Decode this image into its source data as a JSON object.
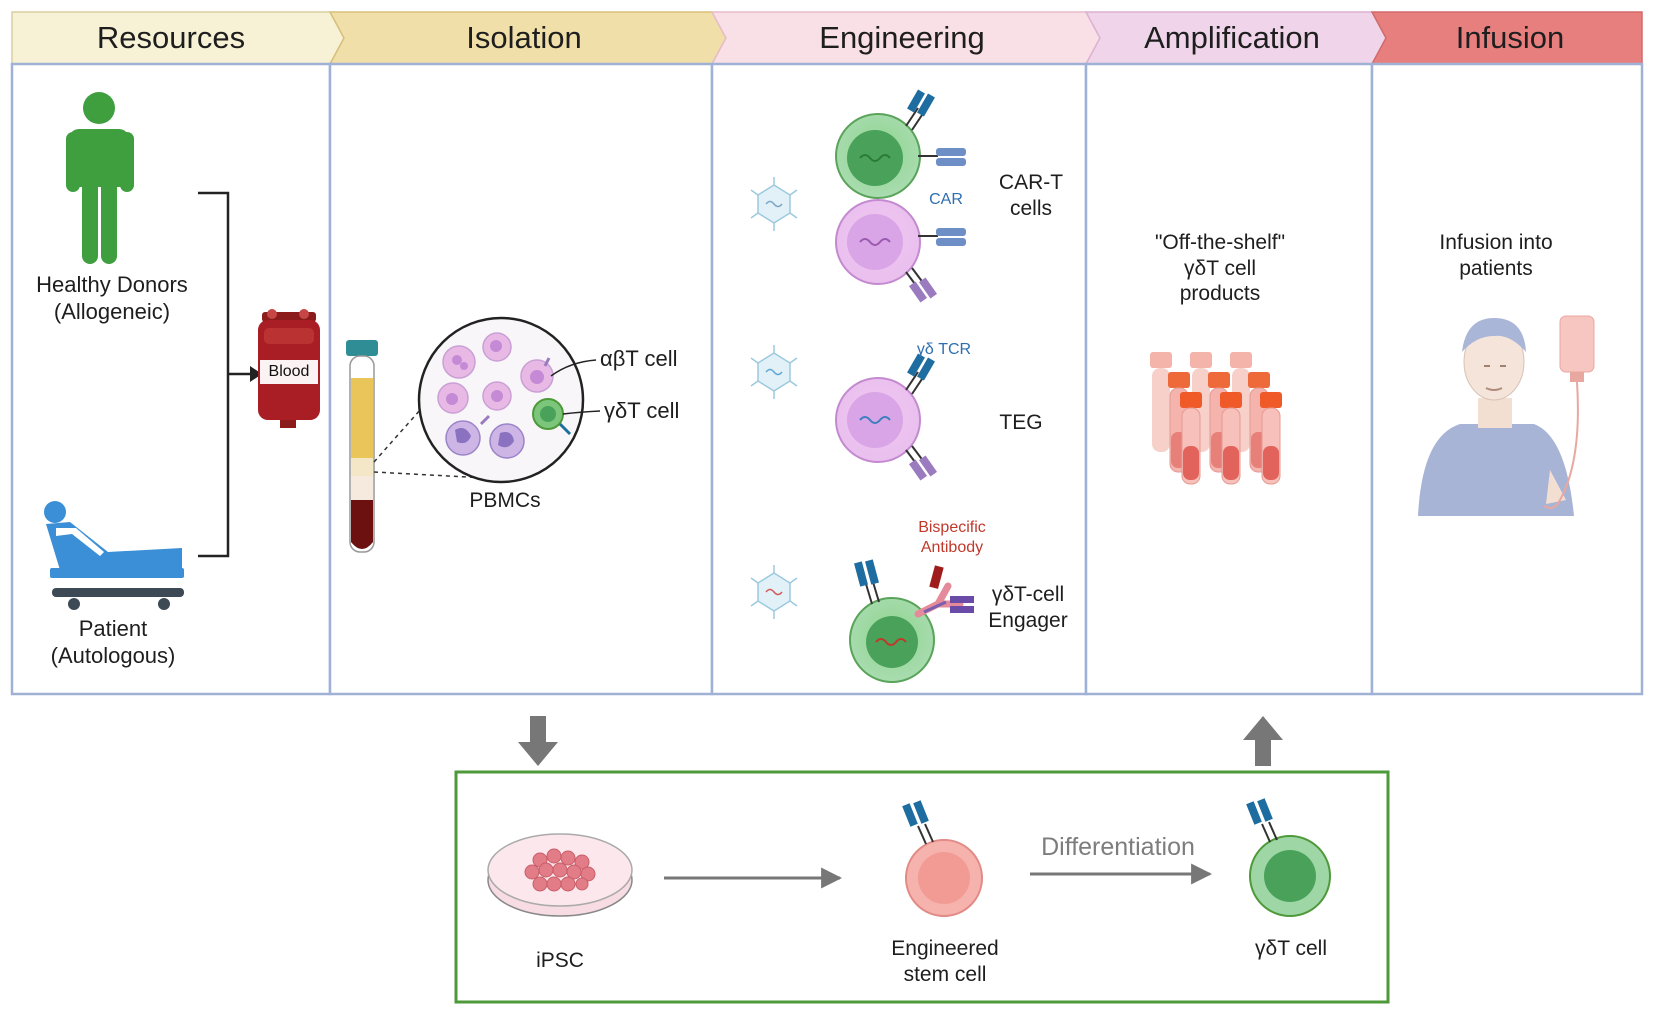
{
  "stages": {
    "resources": "Resources",
    "isolation": "Isolation",
    "engineering": "Engineering",
    "amplification": "Amplification",
    "infusion": "Infusion"
  },
  "resources": {
    "donor_label": "Healthy Donors\n(Allogeneic)",
    "patient_label": "Patient\n(Autologous)",
    "blood_label": "Blood"
  },
  "isolation": {
    "pbmc_label": "PBMCs",
    "ab_cell_label": "αβT cell",
    "gd_cell_label": "γδT cell"
  },
  "engineering": {
    "car_label": "CAR",
    "cart_label": "CAR-T\ncells",
    "tcr_label": "γδ TCR",
    "teg_label": "TEG",
    "bispecific_label": "Bispecific\nAntibody",
    "engager_label": "γδT-cell\nEngager"
  },
  "amplification": {
    "products_label": "\"Off-the-shelf\"\nγδT cell\nproducts"
  },
  "infusion": {
    "infusion_label": "Infusion into\npatients"
  },
  "ipsc": {
    "ipsc_label": "iPSC",
    "stem_label": "Engineered\nstem cell",
    "diff_label": "Differentiation",
    "gd_label": "γδT cell"
  },
  "colors": {
    "resources": "#f7f2d6",
    "isolation": "#f0dfa8",
    "engineering": "#f9dfe6",
    "amplification": "#f0d5ea",
    "infusion": "#e87f7f",
    "panel_border": "#9fb2d6",
    "ipsc_border": "#4e9a3a",
    "donor_green": "#3f9f3f",
    "patient_blue": "#3a8fd6"
  }
}
